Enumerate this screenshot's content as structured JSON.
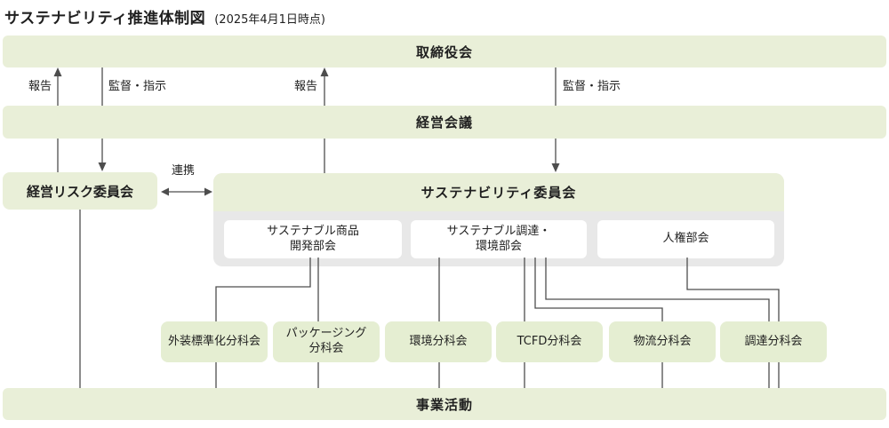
{
  "title": {
    "main": "サステナビリティ推進体制図",
    "date_note": "(2025年4月1日時点)"
  },
  "colors": {
    "bar_green": "#e9efd8",
    "box_green": "#e5eed2",
    "panel_gray": "#e8e8e8",
    "line": "#4d4d4d",
    "text": "#1f1f1f"
  },
  "nodes": {
    "board": "取締役会",
    "management_meeting": "経営会議",
    "risk_committee": "経営リスク委員会",
    "sustainability_committee": "サステナビリティ委員会",
    "business_activities": "事業活動"
  },
  "edge_labels": {
    "report_left": "報告",
    "supervise_left": "監督・指示",
    "report_center": "報告",
    "supervise_right": "監督・指示",
    "cooperation": "連携"
  },
  "subcommittees": [
    {
      "label": "サステナブル商品\n開発部会"
    },
    {
      "label": "サステナブル調達・\n環境部会"
    },
    {
      "label": "人権部会"
    }
  ],
  "working_groups": [
    {
      "label": "外装標準化分科会"
    },
    {
      "label": "パッケージング\n分科会"
    },
    {
      "label": "環境分科会"
    },
    {
      "label": "TCFD分科会"
    },
    {
      "label": "物流分科会"
    },
    {
      "label": "調達分科会"
    }
  ]
}
